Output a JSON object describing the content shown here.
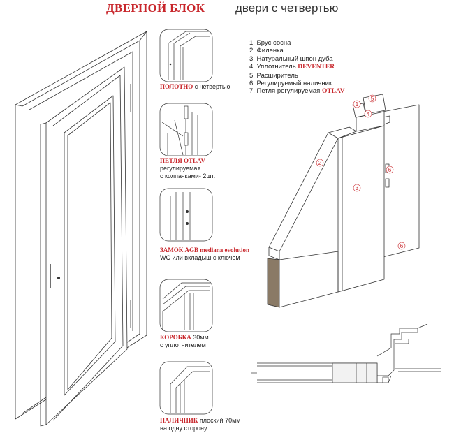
{
  "header": {
    "title": "ДВЕРНОЙ БЛОК",
    "subtitle": "двери с четвертью"
  },
  "legend": {
    "items": [
      {
        "text": "1. Брус сосна",
        "brand": ""
      },
      {
        "text": "2. Филенка",
        "brand": ""
      },
      {
        "text": "3. Натуральный шпон дуба",
        "brand": ""
      },
      {
        "text": "4. Уплотнитель ",
        "brand": "DEVENTER"
      },
      {
        "text": "5. Расширитель",
        "brand": ""
      },
      {
        "text": "6. Регулируемый наличник",
        "brand": ""
      },
      {
        "text": "7. Петля регулируемая ",
        "brand": "OTLAV"
      }
    ]
  },
  "components": {
    "leaf": {
      "name": "ПОЛОТНО",
      "line1": "с четвертью",
      "line2": ""
    },
    "hinges": {
      "name": "ПЕТЛЯ OTLAV",
      "line1": "регулируемая",
      "line2": "с колпачками- 2шт."
    },
    "lock": {
      "name": "ЗАМОК AGB mediana evolution",
      "line1": "WC или вкладыш с ключем",
      "line2": ""
    },
    "frame": {
      "name": "КОРОБКА",
      "line1": "30мм",
      "line2": "с уплотнителем"
    },
    "casing": {
      "name": "НАЛИЧНИК",
      "line1": "плоский 70мм",
      "line2": "на одну сторону"
    }
  },
  "callouts": {
    "n1": "1",
    "n2": "2",
    "n3": "3",
    "n4": "4",
    "n5": "5",
    "n6a": "6",
    "n6b": "6"
  },
  "colors": {
    "accent": "#c8262b",
    "line": "#333333",
    "panel": "#ffffff"
  }
}
